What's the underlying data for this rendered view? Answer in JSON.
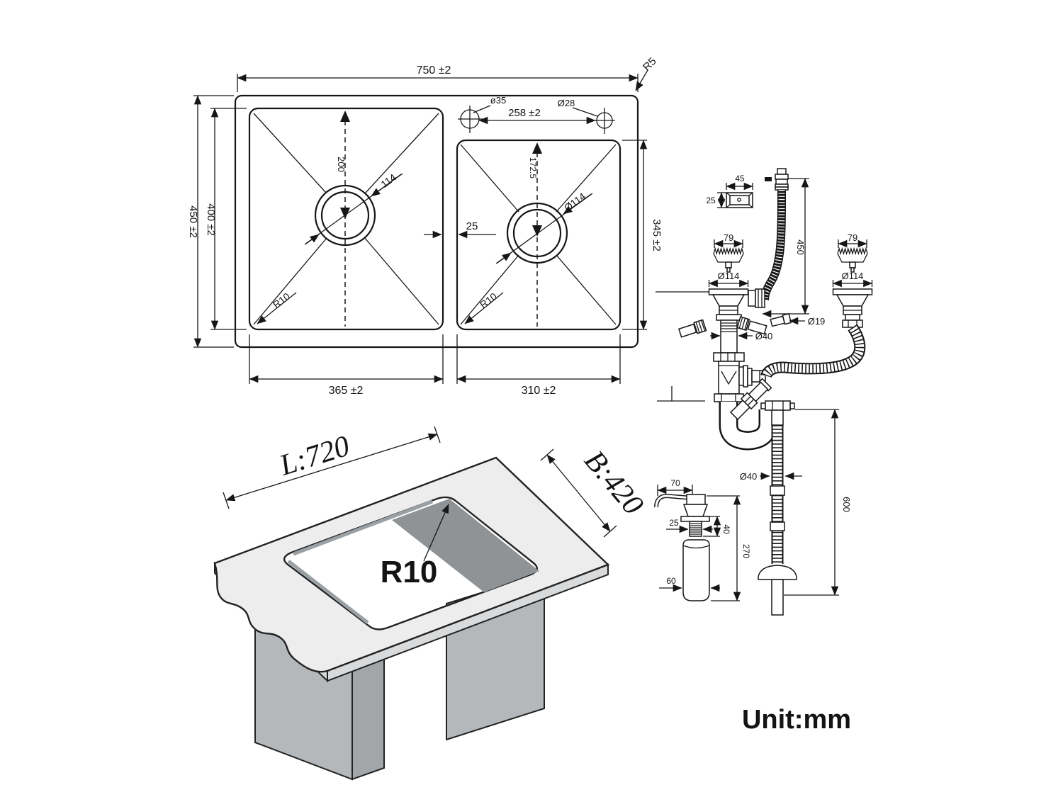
{
  "unit_label": "Unit:mm",
  "colors": {
    "line": "#161616",
    "slab": "#ededee",
    "legs": "#b5b8bb",
    "hole_wall": "#8f9395"
  },
  "top_view": {
    "overall_width": "750 ±2",
    "corner_radius": "R5",
    "overall_depth": "450 ±2",
    "bowl_depth": "400 ±2",
    "left_bowl_width": "365 ±2",
    "right_bowl_width": "310 ±2",
    "right_bowl_depth": "345 ±2",
    "bowl_gap": "25",
    "faucet_hole_left_dia": "ø35",
    "faucet_hole_right_dia": "Ø28",
    "faucet_hole_spacing": "258 ±2",
    "left_drain_offset": "200",
    "left_drain_dia": "114",
    "left_corner_radius": "R10",
    "right_drain_offset": "172.5",
    "right_drain_dia": "Ø114",
    "right_corner_radius": "R10"
  },
  "cutout_view": {
    "length": "L:720",
    "width": "B:420",
    "corner_radius": "R10"
  },
  "drain": {
    "overflow_box_width": "45",
    "overflow_box_height": "25",
    "overflow_hose_length": "450",
    "left_basket_dia": "79",
    "left_flange_dia": "Ø114",
    "right_basket_dia": "79",
    "right_flange_dia": "Ø114",
    "hose_barb_dia": "Ø19",
    "waste_pipe_dia": "Ø40",
    "tail_pipe_dia": "Ø40",
    "tail_pipe_length": "600"
  },
  "dispenser": {
    "spout_length": "70",
    "thread_dia": "25",
    "thread_length": "40",
    "total_height": "270",
    "bottle_dia": "60"
  }
}
